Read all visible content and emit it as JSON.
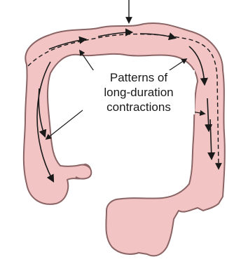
{
  "colors": {
    "colon_fill": "#f2c4c4",
    "colon_outline": "#8a6464",
    "arrow": "#1a1a1a"
  },
  "label": {
    "lines": [
      "Patterns of",
      "long-duration",
      "contractions"
    ]
  }
}
